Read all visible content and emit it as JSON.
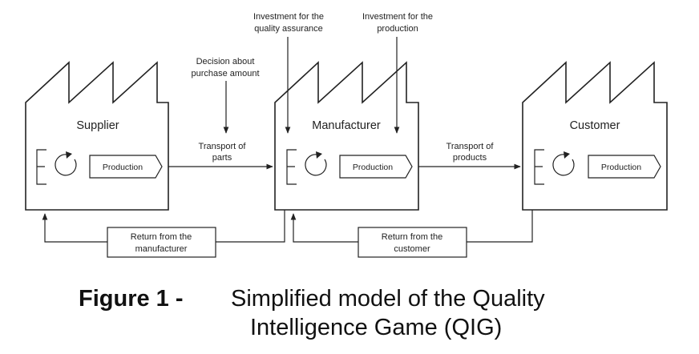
{
  "nodes": {
    "supplier": "Supplier",
    "manufacturer": "Manufacturer",
    "customer": "Customer"
  },
  "production_label": "Production",
  "annotations": {
    "decision_l1": "Decision about",
    "decision_l2": "purchase amount",
    "inv_quality_l1": "Investment for the",
    "inv_quality_l2": "quality assurance",
    "inv_prod_l1": "Investment for the",
    "inv_prod_l2": "production",
    "transport_parts_l1": "Transport of",
    "transport_parts_l2": "parts",
    "transport_products_l1": "Transport of",
    "transport_products_l2": "products",
    "return_mfr_l1": "Return from the",
    "return_mfr_l2": "manufacturer",
    "return_cust_l1": "Return from the",
    "return_cust_l2": "customer"
  },
  "caption": {
    "label": "Figure 1 -",
    "text_l1": "Simplified model of the Quality",
    "text_l2": "Intelligence Game (QIG)"
  }
}
